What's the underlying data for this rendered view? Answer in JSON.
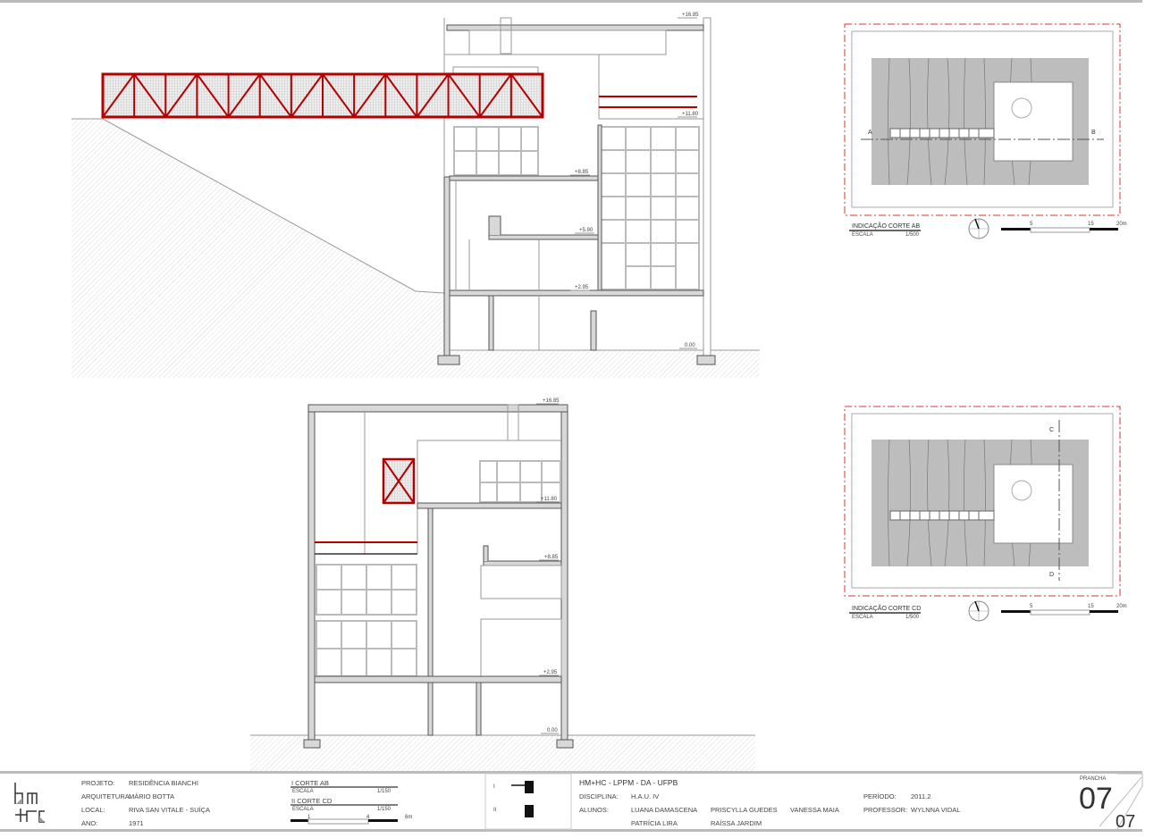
{
  "section_ab": {
    "levels": [
      "+16.85",
      "+11.80",
      "+8.85",
      "+5.90",
      "+2.95",
      "0.00"
    ]
  },
  "section_cd": {
    "levels": [
      "+16.85",
      "+11.80",
      "+8.85",
      "+2.95",
      "0.00"
    ]
  },
  "key_plan_ab": {
    "title": "INDICAÇÃO CORTE AB",
    "scale_label": "ESCALA",
    "scale": "1/500",
    "cut_start": "A",
    "cut_end": "B",
    "bar_ticks": [
      "5",
      "15",
      "20m"
    ]
  },
  "key_plan_cd": {
    "title": "INDICAÇÃO CORTE CD",
    "scale_label": "ESCALA",
    "scale": "1/500",
    "cut_start": "C",
    "cut_end": "D",
    "bar_ticks": [
      "5",
      "15",
      "20m"
    ]
  },
  "title_block": {
    "logo_text": "hm+hc",
    "project_label": "PROJETO:",
    "project": "RESIDÊNCIA BIANCHI",
    "architect_label": "ARQUITETURA:",
    "architect": "MÁRIO BOTTA",
    "location_label": "LOCAL:",
    "location": "RIVA SAN VITALE - SUÍÇA",
    "year_label": "ANO:",
    "year": "1971",
    "cut1_title": "I  CORTE AB",
    "cut1_scale_label": "ESCALA",
    "cut1_scale": "1/150",
    "cut2_title": "II  CORTE CD",
    "cut2_scale_label": "ESCALA",
    "cut2_scale": "1/150",
    "bar_ticks": [
      "1",
      "4",
      "6m"
    ],
    "legend_1": "I",
    "legend_2": "II",
    "institution": "HM+HC - LPPM - DA - UFPB",
    "discipline_label": "DISCIPLINA:",
    "discipline": "H.A.U. IV",
    "students_label": "ALUNOS:",
    "students": [
      "LUANA DAMASCENA",
      "PRISCYLLA GUEDES",
      "VANESSA MAIA",
      "PATRÍCIA LIRA",
      "RAÍSSA JARDIM"
    ],
    "period_label": "PERÍODO:",
    "period": "2011.2",
    "professor_label": "PROFESSOR:",
    "professor": "WYLNNA VIDAL",
    "sheet_label": "PRANCHA",
    "sheet_number": "07",
    "sheet_total": "07"
  },
  "colors": {
    "accent_red": "#b40000",
    "cut_line_red": "#e03030",
    "terrain_gray": "#bdbdbd"
  }
}
